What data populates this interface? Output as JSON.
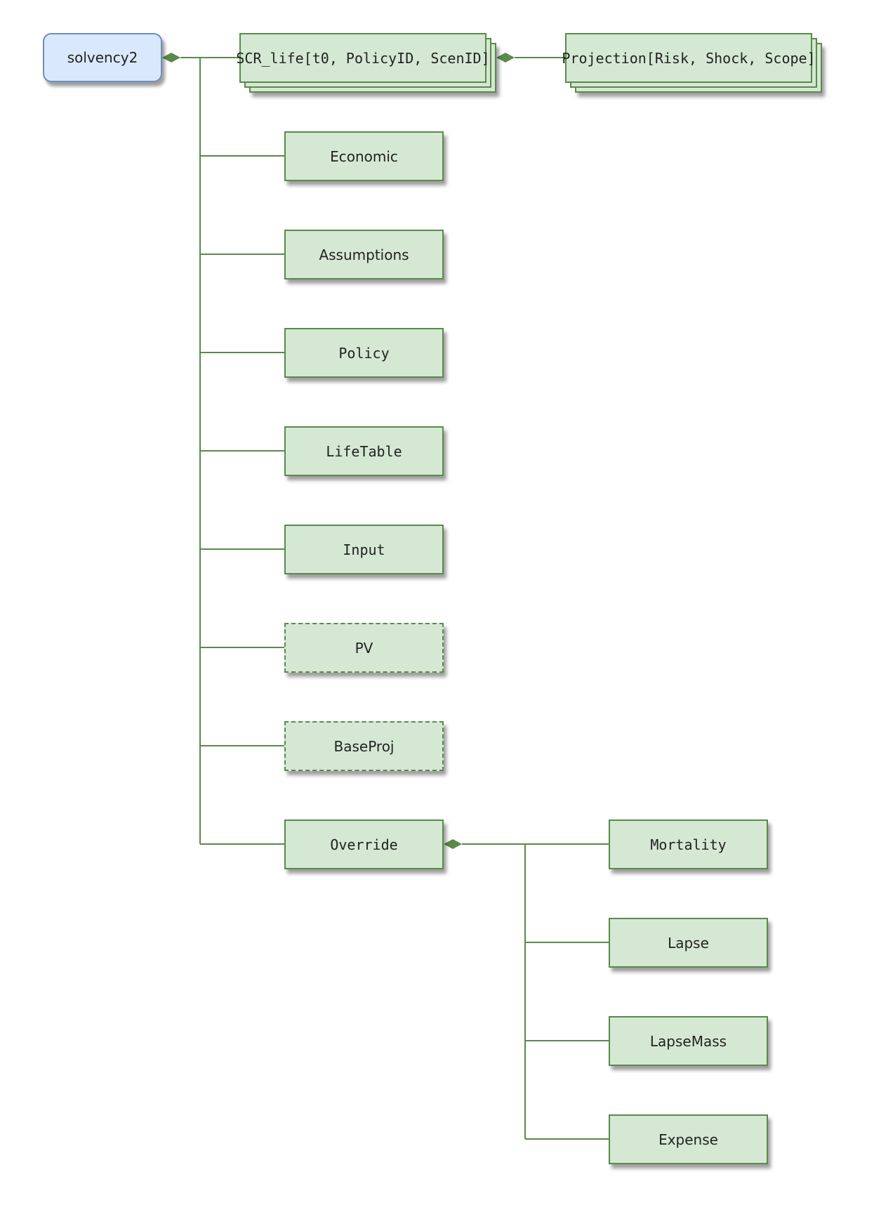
{
  "root": {
    "label": "solvency2"
  },
  "space": {
    "label": "SCR_life[t0, PolicyID, ScenID]"
  },
  "subspace": {
    "label": "Projection[Risk, Shock, Scope]"
  },
  "children": [
    {
      "label": "Economic",
      "style": "solid"
    },
    {
      "label": "Assumptions",
      "style": "solid"
    },
    {
      "label": "Policy",
      "style": "solid"
    },
    {
      "label": "LifeTable",
      "style": "solid"
    },
    {
      "label": "Input",
      "style": "solid"
    },
    {
      "label": "PV",
      "style": "dashed"
    },
    {
      "label": "BaseProj",
      "style": "dashed"
    },
    {
      "label": "Override",
      "style": "solid"
    }
  ],
  "override_children": [
    {
      "label": "Mortality"
    },
    {
      "label": "Lapse"
    },
    {
      "label": "LapseMass"
    },
    {
      "label": "Expense"
    }
  ],
  "colors": {
    "node_fill": "#d5e8d4",
    "node_border": "#5a8a4a",
    "root_fill": "#dae8fc",
    "root_border": "#6c8ebf",
    "connector": "#5a8a4a"
  }
}
